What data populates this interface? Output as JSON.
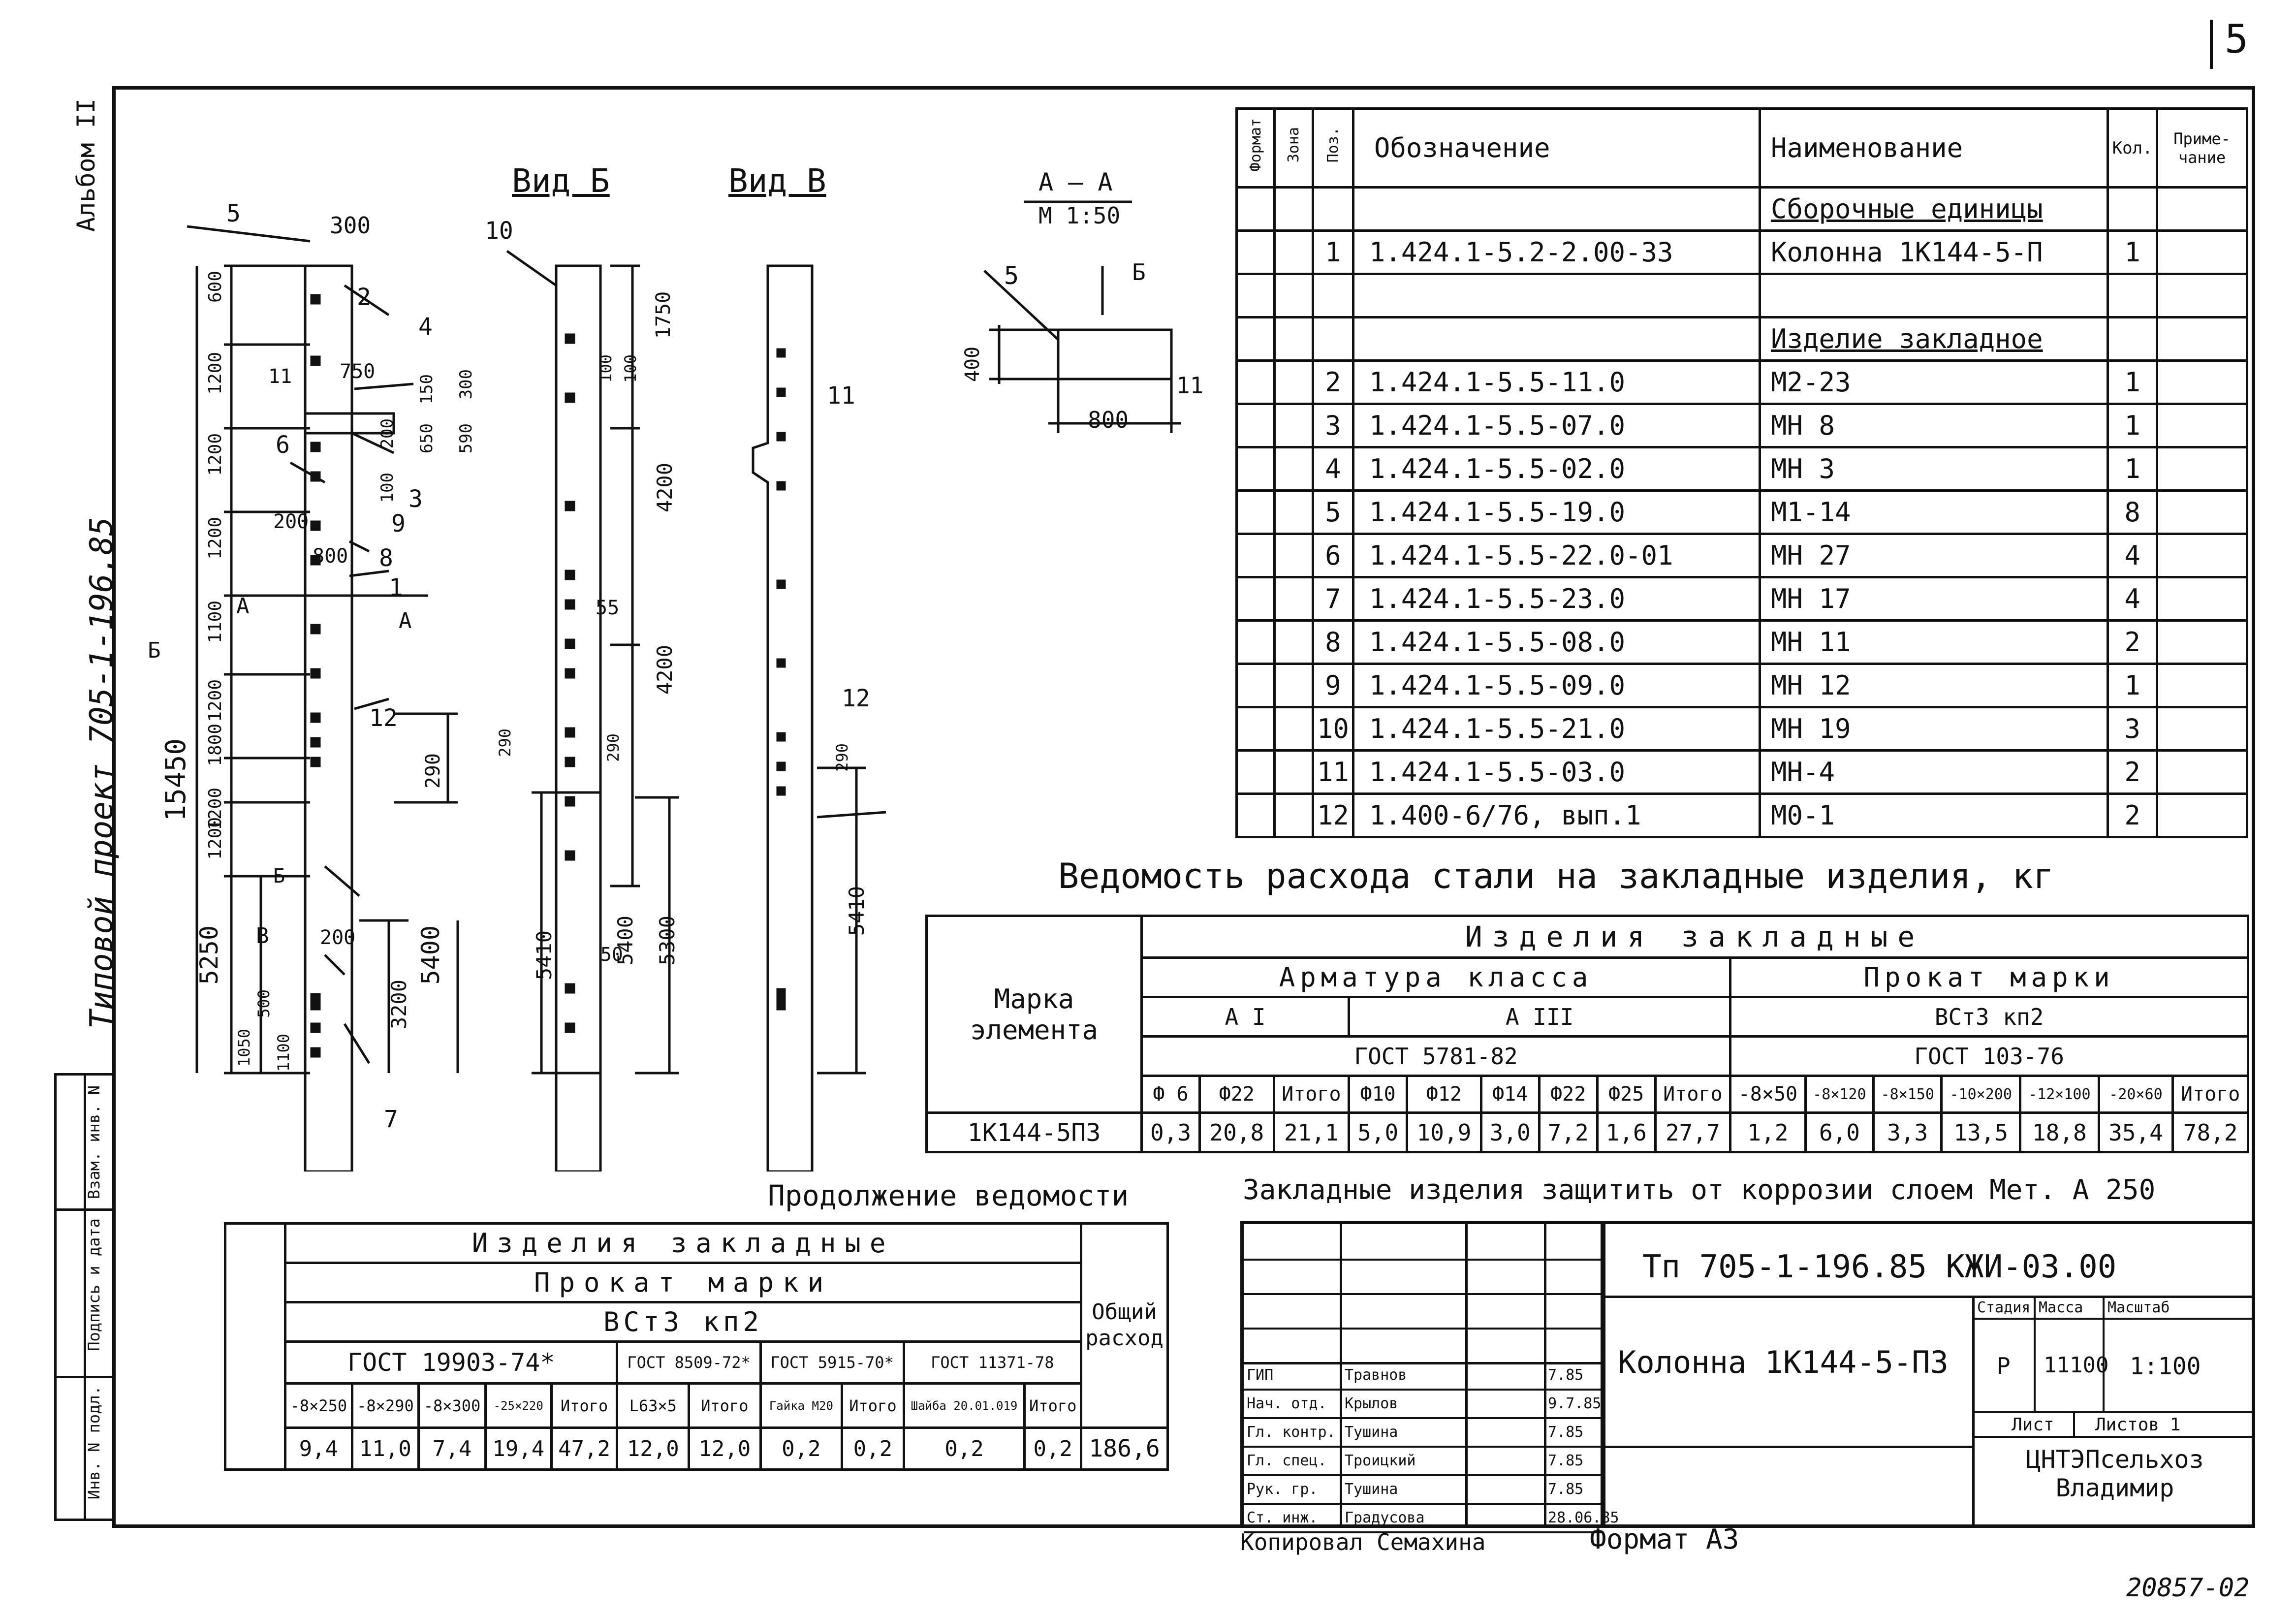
{
  "page_number": "5",
  "album": "Альбом II",
  "project_side": "Типовой проект 705-1-196.85",
  "drawing": {
    "view_b": "Вид Б",
    "view_v": "Вид В",
    "section_title": "А — А",
    "section_scale": "М 1:50",
    "section_dims": [
      "400",
      "800"
    ],
    "section_marks": [
      "5",
      "Б",
      "11"
    ],
    "total_height": "15450",
    "dims_main": [
      "300",
      "600",
      "1200",
      "1200",
      "1200",
      "1100",
      "1200",
      "1800",
      "1200",
      "1200",
      "750",
      "150",
      "300",
      "650",
      "590",
      "200",
      "100",
      "200",
      "800",
      "290",
      "5250",
      "5400",
      "3200",
      "200",
      "1050",
      "500",
      "1100"
    ],
    "dims_view_b": [
      "1750",
      "100",
      "100",
      "4200",
      "55",
      "4200",
      "290",
      "290",
      "5410",
      "5400",
      "5300",
      "50"
    ],
    "dims_view_v": [
      "290",
      "5410"
    ],
    "pos_marks": [
      "5",
      "2",
      "4",
      "11",
      "6",
      "3",
      "9",
      "8",
      "1",
      "12",
      "7",
      "10",
      "12",
      "11",
      "А",
      "А",
      "Б",
      "В",
      "Б"
    ]
  },
  "spec_table": {
    "headers": {
      "format": "Формат",
      "zone": "Зона",
      "pos": "Поз.",
      "designation": "Обозначение",
      "name": "Наименование",
      "qty": "Кол.",
      "note": "Приме-чание"
    },
    "rows": [
      {
        "pos": "",
        "designation": "",
        "name": "Сборочные единицы",
        "qty": ""
      },
      {
        "pos": "1",
        "designation": "1.424.1-5.2-2.00-33",
        "name": "Колонна 1К144-5-П",
        "qty": "1"
      },
      {
        "pos": "",
        "designation": "",
        "name": "",
        "qty": ""
      },
      {
        "pos": "",
        "designation": "",
        "name": "Изделие закладное",
        "qty": ""
      },
      {
        "pos": "2",
        "designation": "1.424.1-5.5-11.0",
        "name": "М2-23",
        "qty": "1"
      },
      {
        "pos": "3",
        "designation": "1.424.1-5.5-07.0",
        "name": "МН 8",
        "qty": "1"
      },
      {
        "pos": "4",
        "designation": "1.424.1-5.5-02.0",
        "name": "МН 3",
        "qty": "1"
      },
      {
        "pos": "5",
        "designation": "1.424.1-5.5-19.0",
        "name": "М1-14",
        "qty": "8"
      },
      {
        "pos": "6",
        "designation": "1.424.1-5.5-22.0-01",
        "name": "МН 27",
        "qty": "4"
      },
      {
        "pos": "7",
        "designation": "1.424.1-5.5-23.0",
        "name": "МН 17",
        "qty": "4"
      },
      {
        "pos": "8",
        "designation": "1.424.1-5.5-08.0",
        "name": "МН 11",
        "qty": "2"
      },
      {
        "pos": "9",
        "designation": "1.424.1-5.5-09.0",
        "name": "МН 12",
        "qty": "1"
      },
      {
        "pos": "10",
        "designation": "1.424.1-5.5-21.0",
        "name": "МН 19",
        "qty": "3"
      },
      {
        "pos": "11",
        "designation": "1.424.1-5.5-03.0",
        "name": "МН-4",
        "qty": "2"
      },
      {
        "pos": "12",
        "designation": "1.400-6/76, вып.1",
        "name": "М0-1",
        "qty": "2"
      }
    ]
  },
  "steel_table": {
    "title": "Ведомость расхода стали на закладные изделия, кг",
    "mark_label": "Марка элемента",
    "group": "Изделия закладные",
    "armatura": "Арматура класса",
    "prokat": "Прокат марки",
    "a1": "А I",
    "a3": "А III",
    "vst": "ВСт3 кп2",
    "gost_arm": "ГОСТ 5781-82",
    "gost_prokat": "ГОСТ 103-76",
    "cols": [
      "Ф 6",
      "Ф22",
      "Итого",
      "Ф10",
      "Ф12",
      "Ф14",
      "Ф22",
      "Ф25",
      "Итого",
      "-8×50",
      "-8×120",
      "-8×150",
      "-10×200",
      "-12×100",
      "-20×60",
      "Итого"
    ],
    "element": "1К144-5П3",
    "values": [
      "0,3",
      "20,8",
      "21,1",
      "5,0",
      "10,9",
      "3,0",
      "7,2",
      "1,6",
      "27,7",
      "1,2",
      "6,0",
      "3,3",
      "13,5",
      "18,8",
      "35,4",
      "78,2"
    ]
  },
  "continuation": {
    "title": "Продолжение ведомости",
    "group": "Изделия закладные",
    "prokat": "Прокат марки",
    "vst": "ВСт3 кп2",
    "gosts": [
      "ГОСТ 19903-74*",
      "ГОСТ 8509-72*",
      "ГОСТ 5915-70*",
      "ГОСТ 11371-78"
    ],
    "total_label": "Общий расход",
    "cols": [
      "-8×250",
      "-8×290",
      "-8×300",
      "-25×220",
      "Итого",
      "L63×5",
      "Итого",
      "Гайка М20",
      "Итого",
      "Шайба 20.01.019",
      "Итого"
    ],
    "values": [
      "9,4",
      "11,0",
      "7,4",
      "19,4",
      "47,2",
      "12,0",
      "12,0",
      "0,2",
      "0,2",
      "0,2",
      "0,2"
    ],
    "total": "186,6"
  },
  "note": "Закладные изделия защитить от коррозии слоем Мет. А 250",
  "title_block": {
    "code": "Тп 705-1-196.85   КЖИ-03.00",
    "name": "Колонна 1К144-5-П3",
    "stage_label": "Стадия",
    "mass_label": "Масса",
    "scale_label": "Масштаб",
    "stage": "Р",
    "mass": "11100",
    "scale": "1:100",
    "sheet_label": "Лист",
    "sheets_label": "Листов 1",
    "org": "ЦНТЭПсельхоз Владимир",
    "signatures": [
      {
        "role": "ГИП",
        "name": "Травнов",
        "date": "7.85"
      },
      {
        "role": "Нач. отд.",
        "name": "Крылов",
        "date": "9.7.85"
      },
      {
        "role": "Гл. контр.",
        "name": "Тушина",
        "date": "7.85"
      },
      {
        "role": "Гл. спец.",
        "name": "Троицкий",
        "date": "7.85"
      },
      {
        "role": "Рук. гр.",
        "name": "Тушина",
        "date": "7.85"
      },
      {
        "role": "Ст. инж.",
        "name": "Градусова",
        "date": "28.06.85"
      }
    ]
  },
  "left_stamp": [
    "Инв. N подл.",
    "Подпись и дата",
    "Взам. инв. N"
  ],
  "bottom": {
    "copied": "Копировал Семахина",
    "format": "Формат А3",
    "sheet_code": "20857-02"
  }
}
